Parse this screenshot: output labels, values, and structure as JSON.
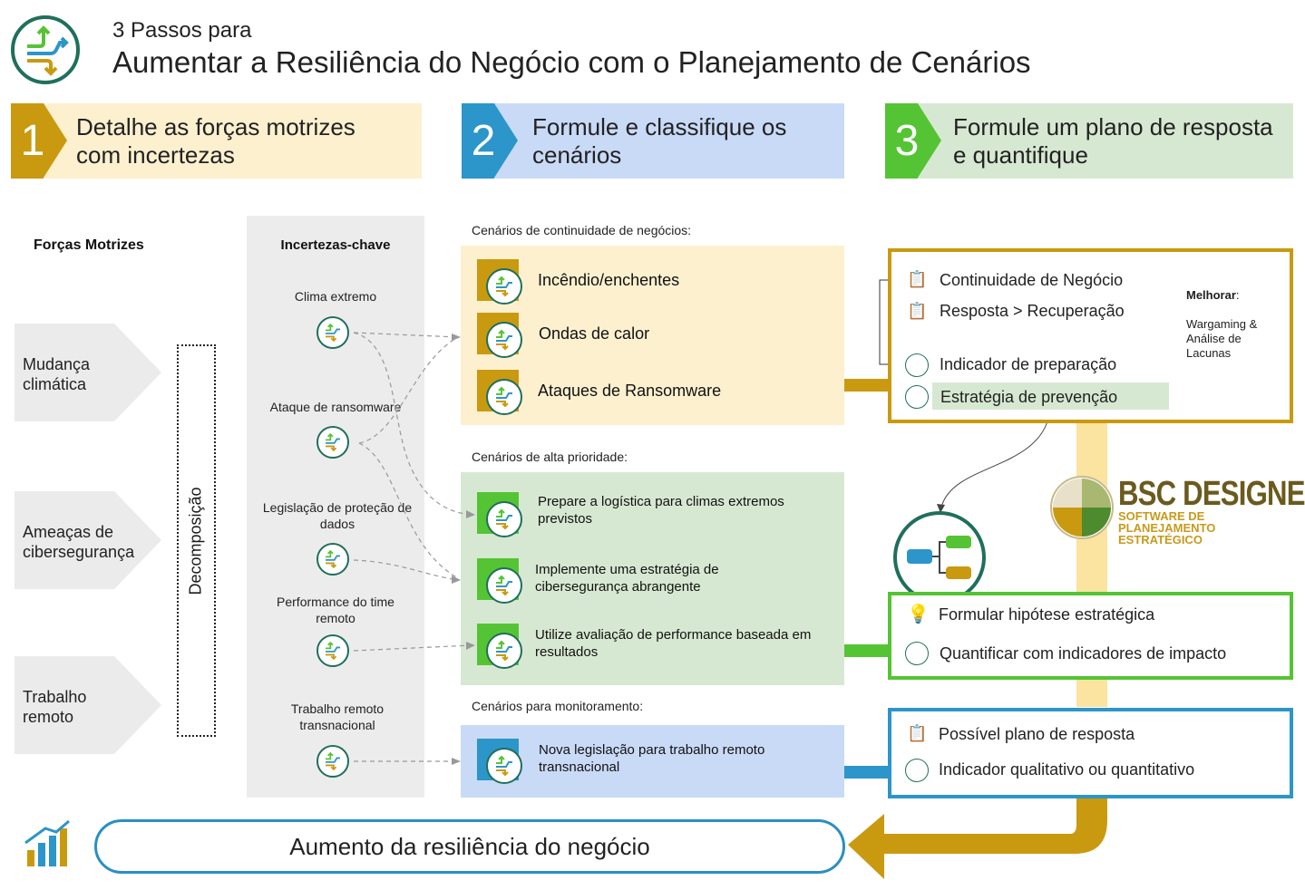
{
  "header": {
    "subtitle": "3 Passos para",
    "title": "Aumentar a Resiliência do Negócio com o Planejamento de Cenários"
  },
  "steps": [
    {
      "number": "1",
      "label": "Detalhe as forças motrizes com incertezas",
      "accent": "#c99a10",
      "bg": "#fdf0cf"
    },
    {
      "number": "2",
      "label": "Formule e classifique os cenários",
      "accent": "#2c95c9",
      "bg": "#c9daf7"
    },
    {
      "number": "3",
      "label": "Formule um plano de resposta e quantifique",
      "accent": "#55c434",
      "bg": "#d7e8d2"
    }
  ],
  "forces": {
    "header": "Forças Motrizes",
    "items": [
      "Mudança climática",
      "Ameaças de cibersegurança",
      "Trabalho remoto"
    ],
    "decomposition": "Decomposição"
  },
  "uncertainties": {
    "header": "Incertezas-chave",
    "items": [
      "Clima extremo",
      "Ataque de ransomware",
      "Legislação de proteção de dados",
      "Performance do time remoto",
      "Trabalho remoto transnacional"
    ]
  },
  "scenarios": {
    "continuity": {
      "label": "Cenários de continuidade de negócios:",
      "items": [
        "Incêndio/enchentes",
        "Ondas de calor",
        "Ataques de Ransomware"
      ]
    },
    "priority": {
      "label": "Cenários de alta prioridade:",
      "items": [
        "Prepare a logística para climas extremos previstos",
        "Implemente uma estratégia de cibersegurança abrangente",
        "Utilize avaliação de performance baseada em resultados"
      ]
    },
    "monitoring": {
      "label": "Cenários para monitoramento:",
      "items": [
        "Nova legislação para trabalho remoto transnacional"
      ]
    }
  },
  "response": {
    "continuity_box": {
      "items": [
        "Continuidade de Negócio",
        "Resposta > Recuperação",
        "Indicador de preparação",
        "Estratégia de prevenção"
      ],
      "improve_label": "Melhorar",
      "improve_colon": ":",
      "improve_text": "Wargaming & Análise de Lacunas"
    },
    "priority_box": {
      "items": [
        "Formular hipótese estratégica",
        "Quantificar com indicadores de impacto"
      ]
    },
    "monitoring_box": {
      "items": [
        "Possível plano de resposta",
        "Indicador qualitativo ou quantitativo"
      ]
    }
  },
  "brand": {
    "name": "BSC DESIGNER",
    "tagline_1": "SOFTWARE DE PLANEJAMENTO",
    "tagline_2": "ESTRATÉGICO"
  },
  "outcome": "Aumento da resiliência do negócio",
  "colors": {
    "gold": "#c99a10",
    "blue": "#2c95c9",
    "green": "#55c434",
    "teal": "#1f6f5c",
    "yellow_panel": "#fdf0cf",
    "green_panel": "#d7e8d2",
    "blue_panel": "#c9daf7"
  }
}
